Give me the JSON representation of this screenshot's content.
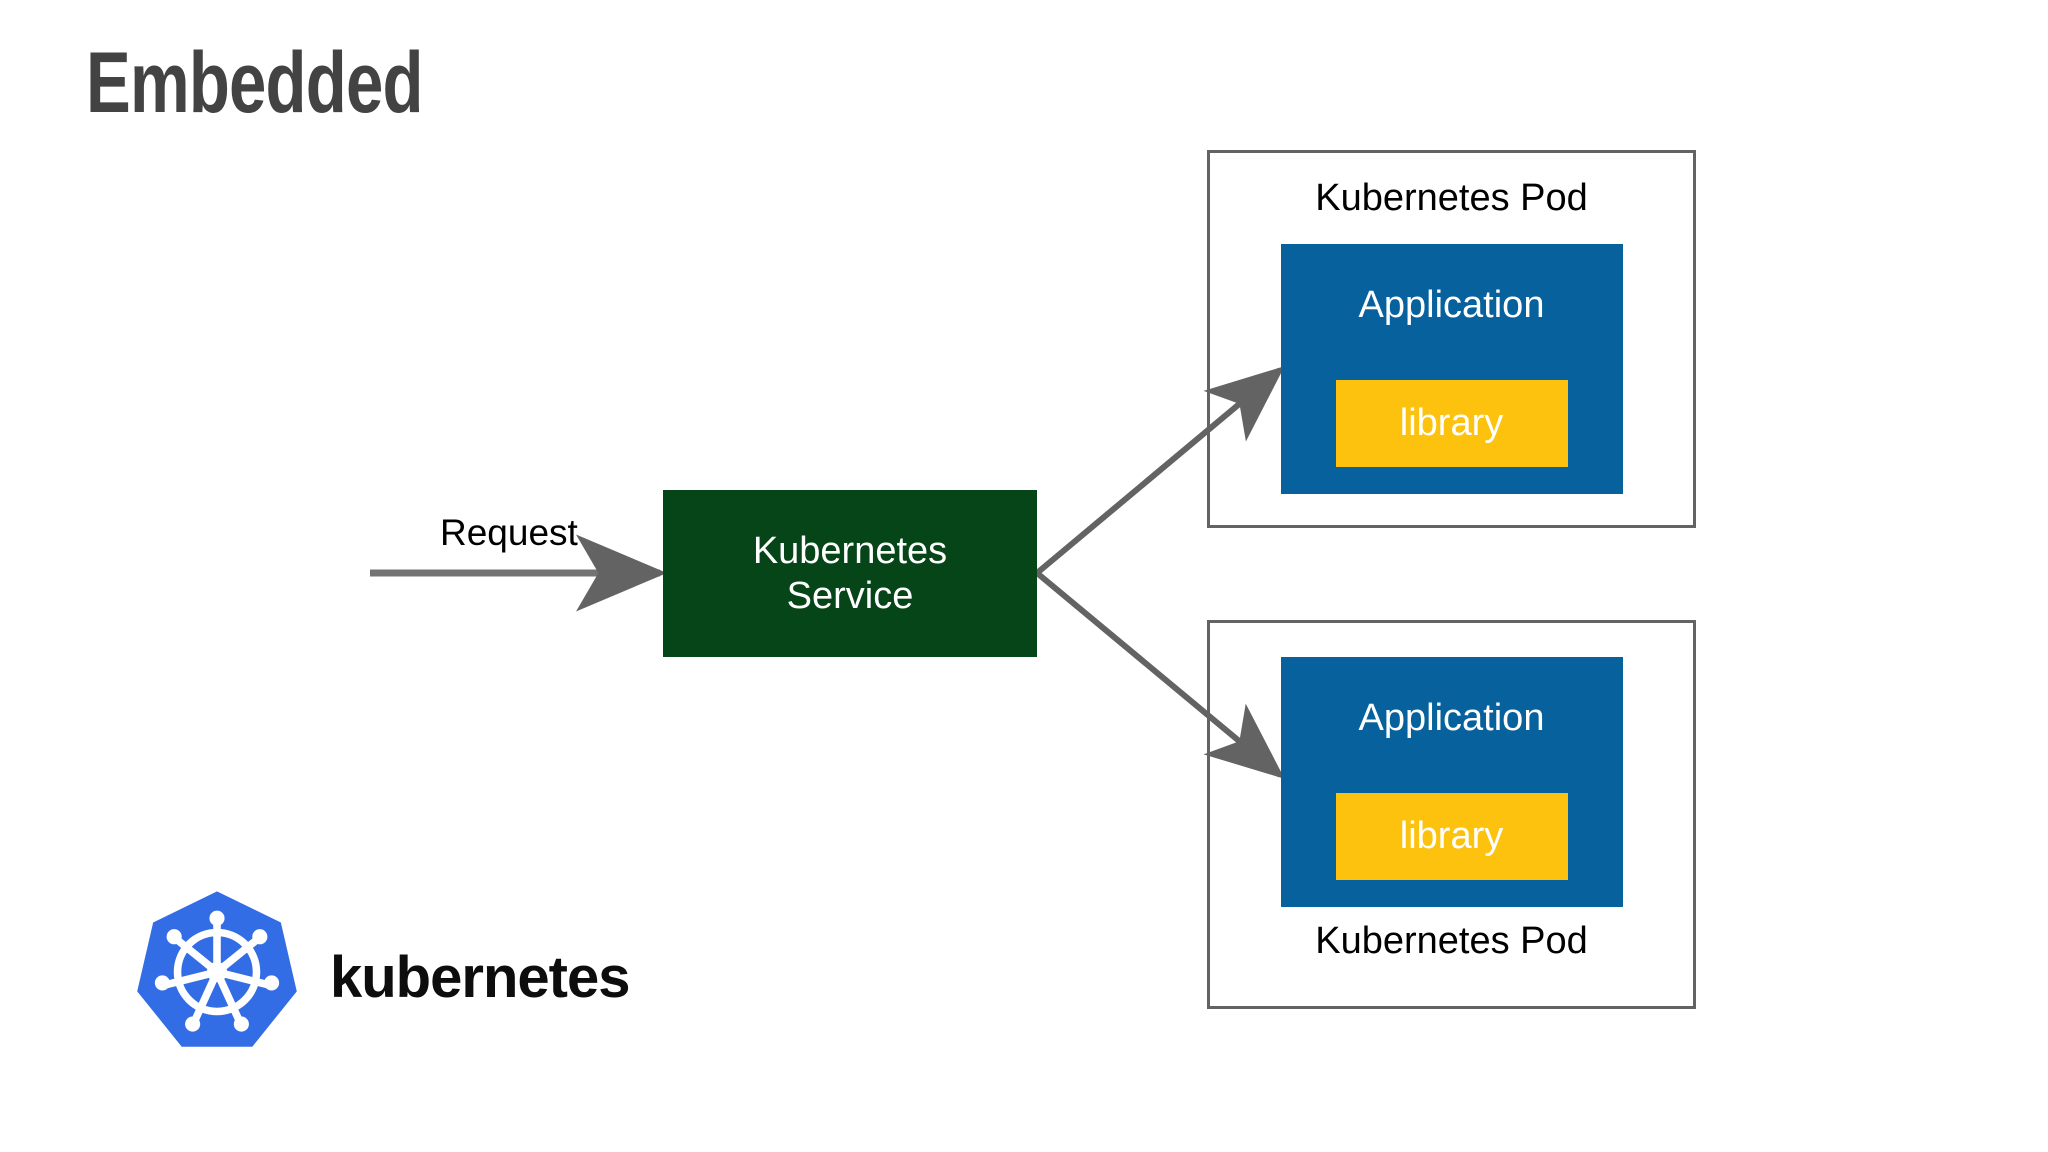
{
  "slide": {
    "title": "Embedded",
    "background_color": "#ffffff"
  },
  "colors": {
    "title_gray": "#434343",
    "service_green": "#064518",
    "application_blue": "#06619C",
    "library_yellow": "#FDC20D",
    "pod_border_gray": "#636363",
    "arrow_gray": "#636363",
    "logo_blue": "#326DE6",
    "text_white": "#ffffff",
    "text_black": "#000000"
  },
  "diagram": {
    "request": {
      "label": "Request",
      "arrow_icon": "arrow-right-icon"
    },
    "service": {
      "line1": "Kubernetes",
      "line2": "Service"
    },
    "pods": [
      {
        "label": "Kubernetes Pod",
        "label_position": "top",
        "application": "Application",
        "library": "library"
      },
      {
        "label": "Kubernetes Pod",
        "label_position": "bottom",
        "application": "Application",
        "library": "library"
      }
    ],
    "branch_arrows": [
      {
        "name": "service-to-pod-top",
        "icon": "arrow-up-right-icon"
      },
      {
        "name": "service-to-pod-bottom",
        "icon": "arrow-down-right-icon"
      }
    ]
  },
  "branding": {
    "logo_icon": "kubernetes-helm-icon",
    "wordmark": "kubernetes"
  }
}
